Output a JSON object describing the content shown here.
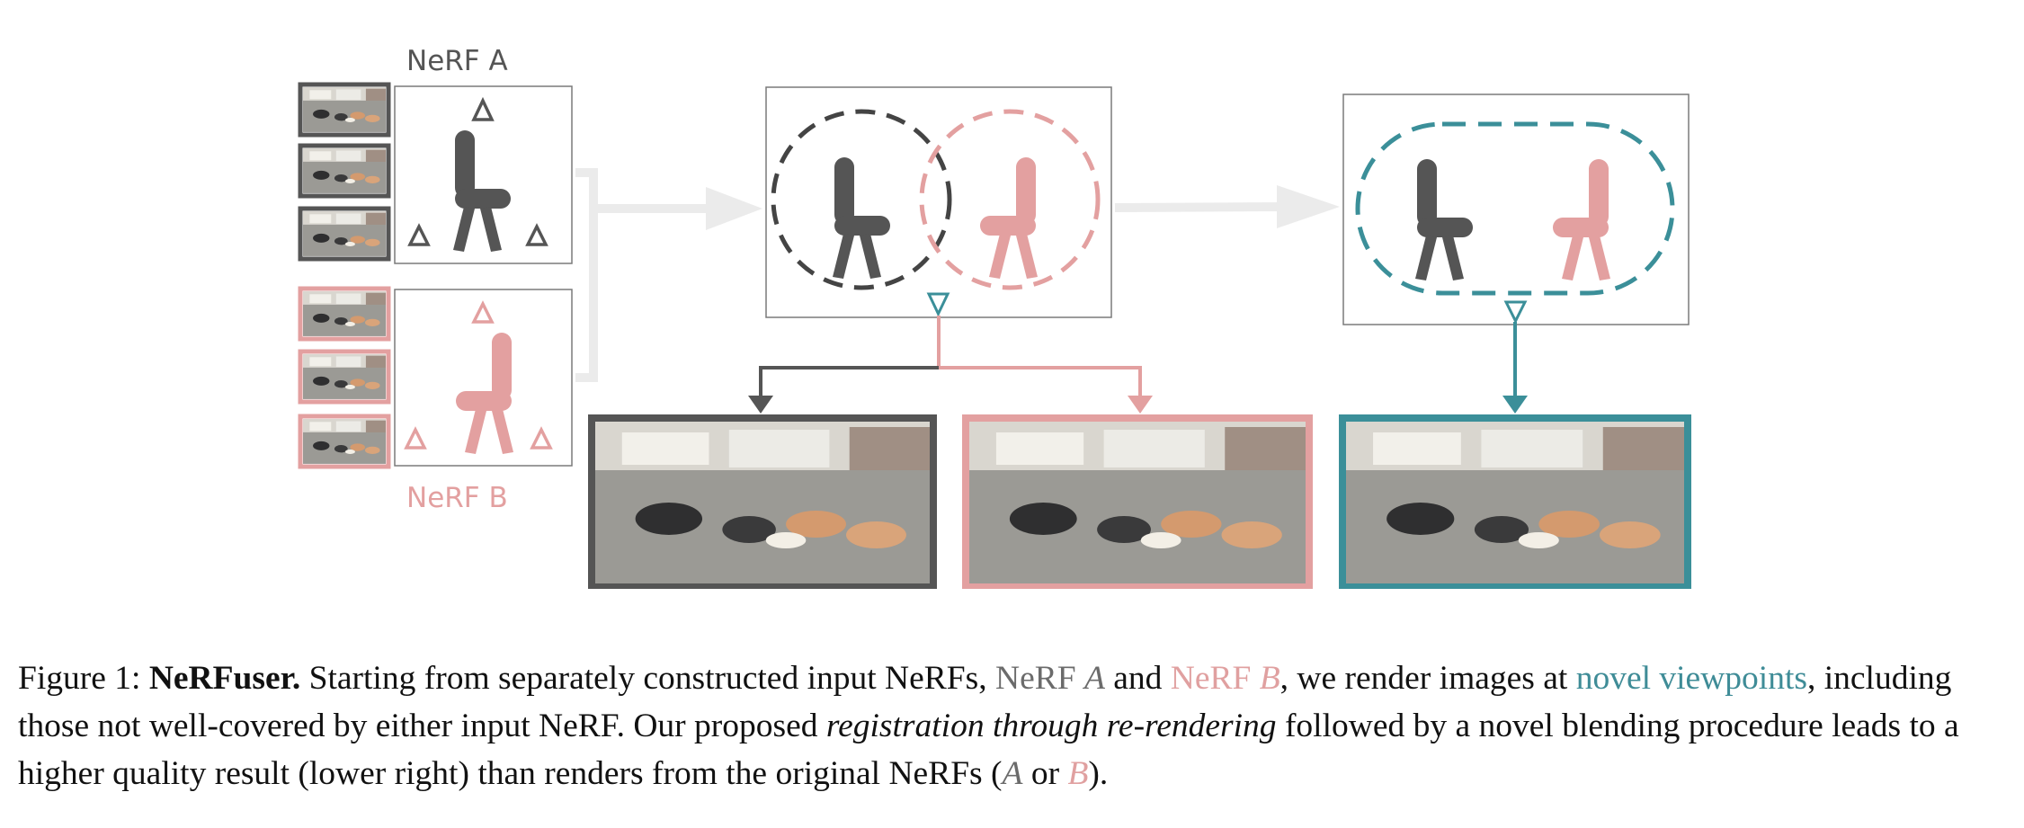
{
  "figure": {
    "label_nerf_a": "NeRF A",
    "label_nerf_b": "NeRF B",
    "colors": {
      "nerf_a": "#555555",
      "nerf_b": "#e3a0a0",
      "novel": "#3b8f99",
      "arrow_light": "#ebebeb"
    },
    "icons": [
      "chair-icon",
      "camera-triangle-icon",
      "viewpoint-triangle-icon"
    ],
    "photos": [
      "lounge-photo"
    ]
  },
  "caption": {
    "prefix": "Figure 1: ",
    "title": "NeRFuser.",
    "t1": " Starting from separately constructed input NeRFs, ",
    "nerf_a": "NeRF ",
    "a": "A",
    "and": " and ",
    "nerf_b": "NeRF ",
    "b": "B",
    "t2": ", we render images at ",
    "novel": "novel viewpoints",
    "t3": ", including those not well-covered by either input NeRF. Our proposed ",
    "italic": "registration through re-rendering",
    "t4": " followed by a novel blending procedure leads to a higher quality result (lower right) than renders from the original NeRFs (",
    "a2": "A",
    "or": " or ",
    "b2": "B",
    "t5": ")."
  }
}
